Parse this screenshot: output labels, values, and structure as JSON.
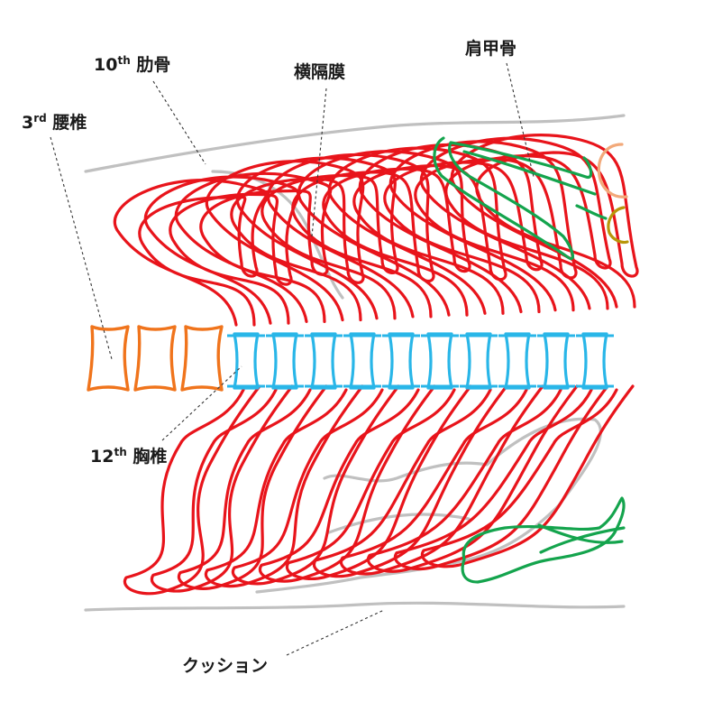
{
  "labels": {
    "rib10": {
      "main": "10",
      "sup": "th",
      "rest": " 肋骨"
    },
    "diaphragm": "横隔膜",
    "scapula": "肩甲骨",
    "lumbar3": {
      "main": "3",
      "sup": "rd",
      "rest": " 腰椎"
    },
    "thoracic12": {
      "main": "12",
      "sup": "th",
      "rest": " 胸椎"
    },
    "cushion": "クッション"
  },
  "colors": {
    "rib": "#e8141b",
    "lumbar": "#f0741c",
    "thoracic": "#29b6e8",
    "scapula": "#14a44d",
    "cushion": "#c0c0c0",
    "humerus_head": "#f2a97a",
    "humerus_head2": "#b8960a"
  },
  "counts": {
    "thoracic_vertebrae_visible": 10,
    "lumbar_vertebrae_visible": 3
  }
}
